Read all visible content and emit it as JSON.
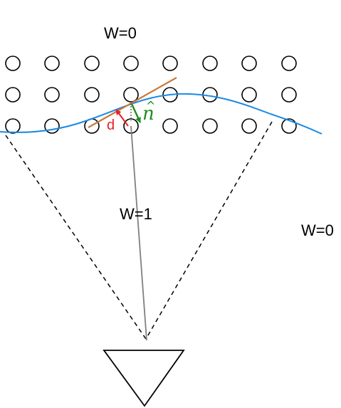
{
  "labels": {
    "weight_top": "W=0",
    "weight_center": "W=1",
    "weight_right": "W=0",
    "distance": "d",
    "normal": "n",
    "normal_hat": "^"
  },
  "colors": {
    "surface_curve": "#1a8ae5",
    "tangent_line": "#c87a3c",
    "distance_marker": "#e8202a",
    "normal_vector": "#1e8c1e",
    "ray": "#808080",
    "outline": "#000000"
  },
  "icons": {
    "camera": "camera-triangle-icon"
  }
}
